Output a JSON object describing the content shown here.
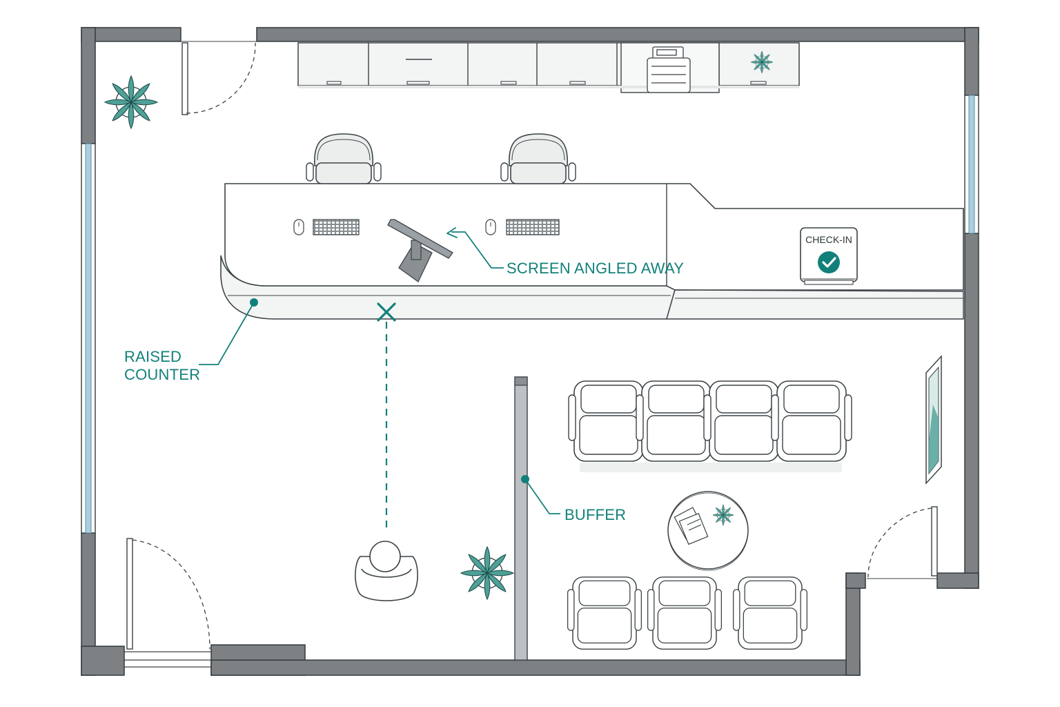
{
  "labels": {
    "screen_angled_away": "SCREEN ANGLED AWAY",
    "raised_counter_line1": "RAISED",
    "raised_counter_line2": "COUNTER",
    "buffer": "BUFFER",
    "check_in": "CHECK-IN"
  },
  "colors": {
    "wall": "#7d8184",
    "wall_stroke": "#33393c",
    "accent": "#12807a",
    "plant_leaf": "#4fa198",
    "window": "#a9cfe0",
    "line": "#3b4246",
    "fill_light": "#f3f4f4"
  }
}
